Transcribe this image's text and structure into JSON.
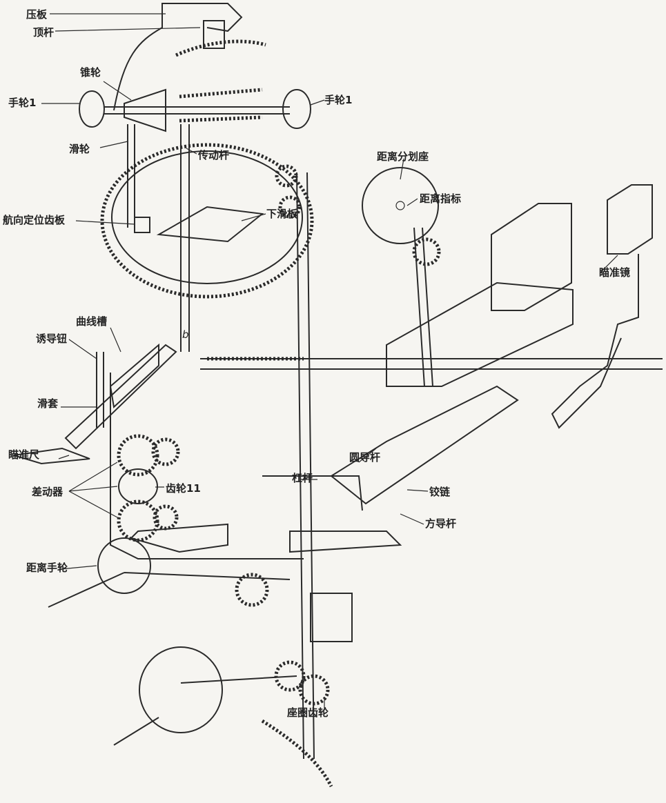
{
  "labels": {
    "pressure_plate": "压板",
    "ejector_rod": "顶杆",
    "cone_wheel": "锥轮",
    "handwheel_1_left": "手轮1",
    "handwheel_1_right": "手轮1",
    "pulley": "滑轮",
    "transmission_rod": "传动杆",
    "distance_scale_seat": "距离分划座",
    "distance_index": "距离指标",
    "heading_rack": "航向定位齿板",
    "lower_slide_plate": "下滑板",
    "sight": "瞄准镜",
    "curve_slot": "曲线槽",
    "guide_knob": "诱导钮",
    "point_b": "b",
    "sliding_sleeve": "滑套",
    "aiming_ruler": "瞄准尺",
    "differential": "差动器",
    "gear_11": "齿轮11",
    "round_guide_rod": "圆导杆",
    "lever": "杠杆",
    "hinge": "铰链",
    "square_guide_rod": "方导杆",
    "distance_handwheel": "距离手轮",
    "seat_ring_gear": "座圈齿轮"
  }
}
